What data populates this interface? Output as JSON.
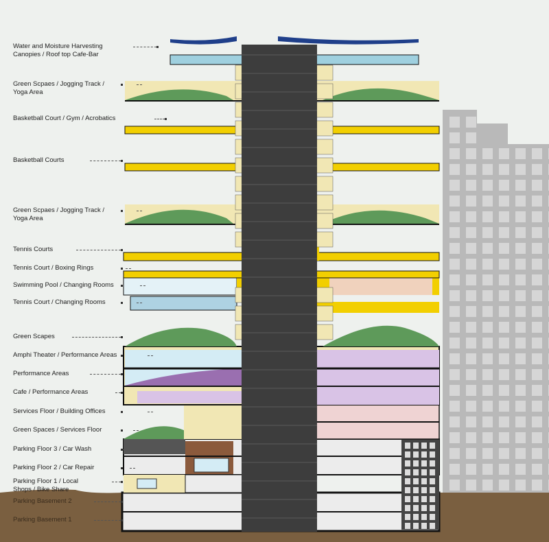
{
  "labels": [
    {
      "line1": "Water and Moisture Harvesting",
      "line2": "Canopies / Roof top Cafe-Bar"
    },
    {
      "line1": "Green Scpaes / Jogging Track /",
      "line2": "Yoga Area"
    },
    {
      "line1": "Basketball Court / Gym / Acrobatics"
    },
    {
      "line1": "Basketball Courts"
    },
    {
      "line1": "Green Scpaes / Jogging Track /",
      "line2": "Yoga Area"
    },
    {
      "line1": "Tennis Courts"
    },
    {
      "line1": "Tennis Court / Boxing Rings"
    },
    {
      "line1": "Swimming Pool /  Changing Rooms"
    },
    {
      "line1": "Tennis Court /  Changing Rooms"
    },
    {
      "line1": "Green Scapes"
    },
    {
      "line1": "Amphi Theater / Performance Areas"
    },
    {
      "line1": "Performance Areas"
    },
    {
      "line1": "Cafe / Performance Areas"
    },
    {
      "line1": "Services Floor / Building Offices"
    },
    {
      "line1": "Green Spaces / Services Floor"
    },
    {
      "line1": "Parking Floor 3 / Car Wash"
    },
    {
      "line1": "Parking Floor 2 / Car Repair"
    },
    {
      "line1": "Parking Floor 1 / Local",
      "line2": "Shops / Bike Share"
    },
    {
      "line1": "Parking Basement 2"
    },
    {
      "line1": "Parking Basement 1"
    }
  ],
  "colors": {
    "background": "#eef1ee",
    "core": "#3d3d3d",
    "sports_yellow": "#f2cf00",
    "cantilever_beige": "#f1e7b4",
    "green_roof": "#5e9a5a",
    "pool_blue": "#cfe8f2",
    "performance_purple": "#d9c3e6",
    "services_pink": "#efd3d3",
    "parking_grey": "#ececec",
    "ground_brown": "#7a5f40",
    "neighbor_building": "#b9b9b9"
  }
}
